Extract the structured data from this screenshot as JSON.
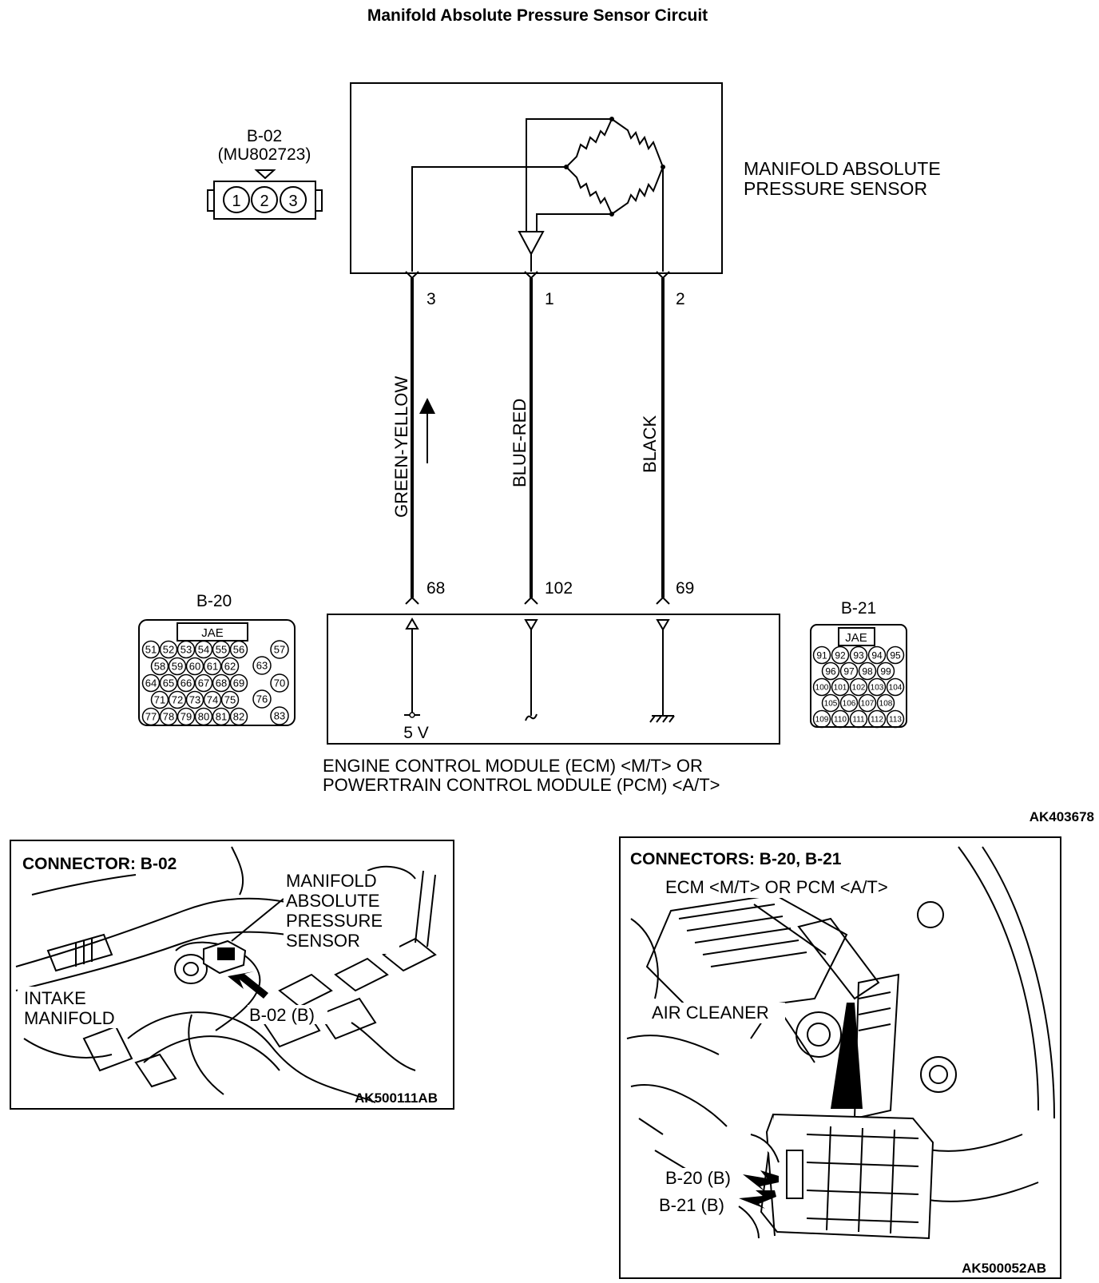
{
  "title": "Manifold Absolute Pressure Sensor Circuit",
  "sensor": {
    "label_line1": "MANIFOLD ABSOLUTE",
    "label_line2": "PRESSURE SENSOR",
    "pins": [
      "3",
      "1",
      "2"
    ]
  },
  "connector_b02": {
    "id": "B-02",
    "part": "(MU802723)",
    "pins": [
      "1",
      "2",
      "3"
    ]
  },
  "wires": [
    {
      "color": "GREEN-YELLOW",
      "sensor_pin": "3",
      "ecm_pin": "68"
    },
    {
      "color": "BLUE-RED",
      "sensor_pin": "1",
      "ecm_pin": "102"
    },
    {
      "color": "BLACK",
      "sensor_pin": "2",
      "ecm_pin": "69"
    }
  ],
  "ecm": {
    "supply": "5 V",
    "label_line1": "ENGINE CONTROL MODULE (ECM) <M/T> OR",
    "label_line2": "POWERTRAIN CONTROL MODULE (PCM) <A/T>"
  },
  "connector_b20": {
    "id": "B-20",
    "maker": "JAE",
    "rows": [
      [
        "51",
        "52",
        "53",
        "54",
        "55",
        "56"
      ],
      [
        "58",
        "59",
        "60",
        "61",
        "62"
      ],
      [
        "64",
        "65",
        "66",
        "67",
        "68",
        "69"
      ],
      [
        "71",
        "72",
        "73",
        "74",
        "75"
      ],
      [
        "77",
        "78",
        "79",
        "80",
        "81",
        "82"
      ]
    ],
    "side": [
      "57",
      "63",
      "70",
      "76",
      "83"
    ]
  },
  "connector_b21": {
    "id": "B-21",
    "maker": "JAE",
    "rows": [
      [
        "91",
        "92",
        "93",
        "94",
        "95"
      ],
      [
        "96",
        "97",
        "98",
        "99"
      ],
      [
        "100",
        "101",
        "102",
        "103",
        "104"
      ],
      [
        "105",
        "106",
        "107",
        "108"
      ],
      [
        "109",
        "110",
        "111",
        "112",
        "113"
      ]
    ]
  },
  "diagram_code": "AK403678",
  "photo_left": {
    "title": "CONNECTOR: B-02",
    "callout_line1": "MANIFOLD",
    "callout_line2": "ABSOLUTE",
    "callout_line3": "PRESSURE",
    "callout_line4": "SENSOR",
    "intake_line1": "INTAKE",
    "intake_line2": "MANIFOLD",
    "connector_label": "B-02 (B)",
    "code": "AK500111AB"
  },
  "photo_right": {
    "title": "CONNECTORS: B-20, B-21",
    "ecm_label": "ECM <M/T> OR PCM <A/T>",
    "air_cleaner": "AIR CLEANER",
    "b20_label": "B-20 (B)",
    "b21_label": "B-21 (B)",
    "code": "AK500052AB"
  }
}
